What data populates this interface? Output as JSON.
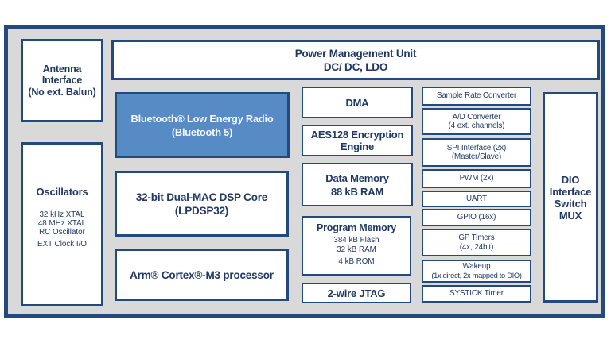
{
  "colors": {
    "frame_border": "#24497C",
    "panel_background": "#D9D9D9",
    "box_fill": "#FFFFFF",
    "box_border": "#24497C",
    "text": "#1F3864",
    "radio_fill": "#578BC5",
    "radio_text": "#F4F7FB"
  },
  "diagram": {
    "pmu": {
      "line1": "Power Management Unit",
      "line2": "DC/ DC, LDO"
    },
    "antenna": {
      "line1": "Antenna",
      "line2": "Interface",
      "line3": "(No ext. Balun)"
    },
    "oscillators": {
      "title": "Oscillators",
      "items": [
        "32 kHz XTAL",
        "48 MHz XTAL",
        "RC Oscillator",
        "EXT Clock I/O"
      ]
    },
    "radio": {
      "line1": "Bluetooth® Low Energy Radio",
      "line2": "(Bluetooth 5)"
    },
    "dsp": {
      "line1": "32-bit Dual-MAC DSP Core",
      "line2": "(LPDSP32)"
    },
    "cortex": {
      "label": "Arm® Cortex®-M3 processor"
    },
    "dma": {
      "label": "DMA"
    },
    "aes": {
      "line1": "AES128 Encryption",
      "line2": "Engine"
    },
    "data_memory": {
      "line1": "Data Memory",
      "line2": "88 kB RAM"
    },
    "program_memory": {
      "title": "Program Memory",
      "items": [
        "384 kB Flash",
        "32 kB RAM",
        "4 kB ROM"
      ]
    },
    "jtag": {
      "label": "2-wire JTAG"
    },
    "peripherals": [
      {
        "line1": "Sample Rate Converter"
      },
      {
        "line1": "A/D Converter",
        "line2": "(4 ext. channels)"
      },
      {
        "line1": "SPI Interface (2x)",
        "line2": "(Master/Slave)"
      },
      {
        "line1": "PWM (2x)"
      },
      {
        "line1": "UART"
      },
      {
        "line1": "GPIO (16x)"
      },
      {
        "line1": "GP Timers",
        "line2": "(4x, 24bit)"
      },
      {
        "line1": "Wakeup",
        "line2": "(1x direct, 2x mapped to DIO)"
      },
      {
        "line1": "SYSTICK Timer"
      }
    ],
    "dio": {
      "line1": "DIO",
      "line2": "Interface",
      "line3": "Switch",
      "line4": "MUX"
    }
  }
}
